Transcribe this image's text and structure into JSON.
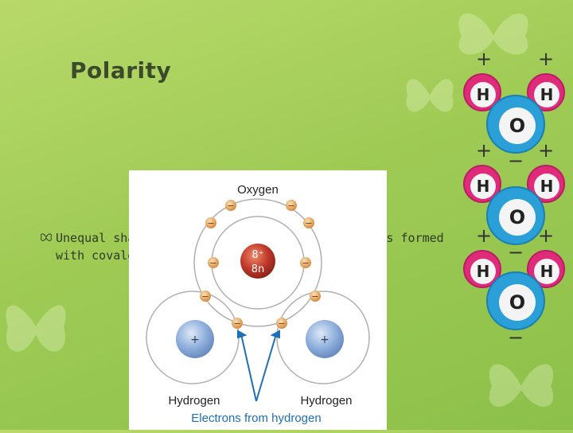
{
  "slide": {
    "title": "Polarity",
    "bullet_text": "Unequal sharing of electrons in water molecules formed with covalent bonds"
  },
  "diagram": {
    "oxygen_label": "Oxygen",
    "nucleus_line1": "8⁺",
    "nucleus_line2": "8n",
    "hydrogen_left_label": "Hydrogen",
    "hydrogen_right_label": "Hydrogen",
    "proton_sign": "+",
    "electron_sign": "−",
    "caption": "Electrons from hydrogen"
  },
  "water_chain": {
    "atom_h": "H",
    "atom_o": "O",
    "plus": "+",
    "minus": "−"
  },
  "colors": {
    "background": "#9fcb55",
    "title": "#3a4a2a",
    "nucleus_oxygen": "#c0392b",
    "nucleus_hydrogen": "#7fa6d9",
    "electron": "#e8a866",
    "caption_blue": "#1f6fb5",
    "water_h": "#e02b7a",
    "water_o": "#2a9fd8"
  }
}
